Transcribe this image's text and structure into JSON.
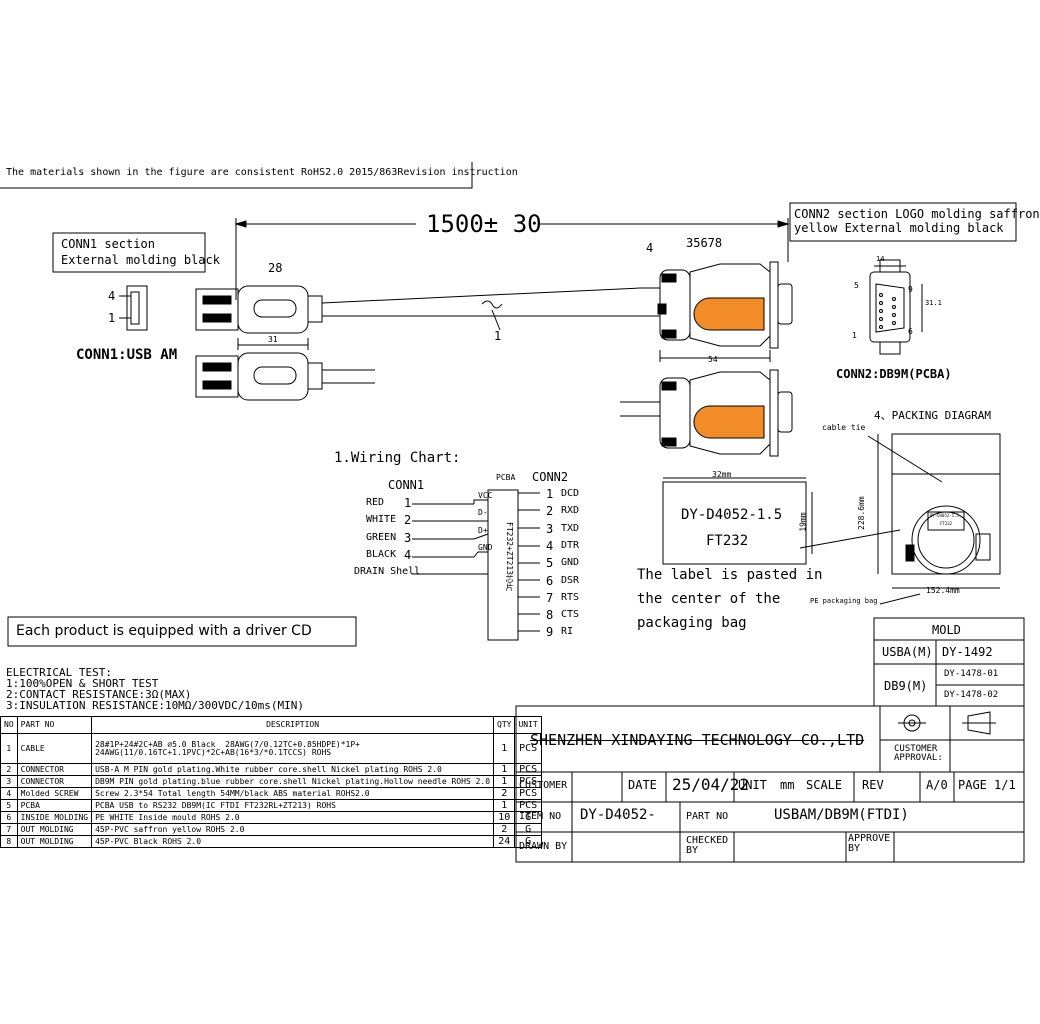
{
  "notes": {
    "rohs": "The materials shown in the figure are consistent RoHS2.0 2015/863Revision instruction",
    "conn1_section": [
      "CONN1 section",
      "External molding black"
    ],
    "conn2_section": [
      "CONN2 section LOGO molding saffron",
      "yellow External molding black"
    ],
    "driver": "Each product is equipped with a driver CD"
  },
  "cable": {
    "length": "1500± 30",
    "callout_1": "1",
    "callout_28": "28",
    "callout_4": "4",
    "callout_35678": "35678",
    "dim_31": "31",
    "dim_54": "54"
  },
  "conn1": {
    "label": "CONN1:USB AM",
    "pin4": "4",
    "pin1": "1"
  },
  "conn2": {
    "label": "CONN2:DB9M(PCBA)",
    "dim_14": "14",
    "dim_31": "31.1",
    "pin5": "5",
    "pin9": "9",
    "pin1": "1",
    "pin6": "6"
  },
  "wiring": {
    "title": "1.Wiring Chart:",
    "conn1": "CONN1",
    "conn2": "CONN2",
    "pcba": "PCBA",
    "chip": "FT232+ZT213芯片",
    "left": [
      {
        "name": "RED",
        "num": "1",
        "sig": "VCC"
      },
      {
        "name": "WHITE",
        "num": "2",
        "sig": "D-"
      },
      {
        "name": "GREEN",
        "num": "3",
        "sig": "D+"
      },
      {
        "name": "BLACK",
        "num": "4",
        "sig": "GND"
      }
    ],
    "drain": "DRAIN Shell",
    "right": [
      {
        "num": "1",
        "sig": "DCD"
      },
      {
        "num": "2",
        "sig": "RXD"
      },
      {
        "num": "3",
        "sig": "TXD"
      },
      {
        "num": "4",
        "sig": "DTR"
      },
      {
        "num": "5",
        "sig": "GND"
      },
      {
        "num": "6",
        "sig": "DSR"
      },
      {
        "num": "7",
        "sig": "RTS"
      },
      {
        "num": "8",
        "sig": "CTS"
      },
      {
        "num": "9",
        "sig": "RI"
      }
    ]
  },
  "label": {
    "width": "32mm",
    "height": "19mm",
    "line1": "DY-D4052-1.5",
    "line2": "FT232",
    "note": [
      "The label is pasted in",
      "the center of the",
      "packaging bag"
    ]
  },
  "packing": {
    "title": "4、PACKING DIAGRAM",
    "cable_tie": "cable tie",
    "height": "228.6mm",
    "width": "152.4mm",
    "bag": "PE packaging bag",
    "mini_label": [
      "DY-D4052-1.5",
      "FT232"
    ]
  },
  "mold": {
    "header": "MOLD",
    "rows": [
      {
        "k": "USBA(M)",
        "v": "DY-1492"
      },
      {
        "k": "DB9(M)",
        "v": "DY-1478-01"
      },
      {
        "k": "",
        "v": "DY-1478-02"
      }
    ]
  },
  "electrical": {
    "lines": [
      "ELECTRICAL TEST:",
      "1:100%OPEN & SHORT TEST",
      "2:CONTACT RESISTANCE:3Ω(MAX)",
      "3:INSULATION RESISTANCE:10MΩ/300VDC/10ms(MIN)"
    ]
  },
  "bom": {
    "headers": [
      "NO",
      "PART NO",
      "DESCRIPTION",
      "QTY",
      "UNIT"
    ],
    "rows": [
      {
        "no": "1",
        "part": "CABLE",
        "desc": "28#1P+24#2C+AB ⌀5.0 Black  28AWG(7/0.12TC+0.85HDPE)*1P+\n24AWG(11/0.16TC+1.1PVC)*2C+AB(16*3/*0.1TCCS) ROHS",
        "qty": "1",
        "unit": "PCS"
      },
      {
        "no": "2",
        "part": "CONNECTOR",
        "desc": "USB-A M PIN gold plating.White rubber core.shell Nickel plating ROHS 2.0",
        "qty": "1",
        "unit": "PCS"
      },
      {
        "no": "3",
        "part": "CONNECTOR",
        "desc": "DB9M PIN gold plating.blue rubber core.shell Nickel plating.Hollow needle ROHS 2.0",
        "qty": "1",
        "unit": "PCS"
      },
      {
        "no": "4",
        "part": "Molded SCREW",
        "desc": "Screw 2.3*54 Total length 54MM/black ABS material ROHS2.0",
        "qty": "2",
        "unit": "PCS"
      },
      {
        "no": "5",
        "part": "PCBA",
        "desc": "PCBA USB to RS232 DB9M(IC FTDI FT232RL+ZT213) ROHS",
        "qty": "1",
        "unit": "PCS"
      },
      {
        "no": "6",
        "part": "INSIDE MOLDING",
        "desc": "PE WHITE Inside mould ROHS 2.0",
        "qty": "10",
        "unit": "G"
      },
      {
        "no": "7",
        "part": "OUT MOLDING",
        "desc": "45P-PVC saffron yellow ROHS 2.0",
        "qty": "2",
        "unit": "G"
      },
      {
        "no": "8",
        "part": "OUT MOLDING",
        "desc": "45P-PVC Black ROHS 2.0",
        "qty": "24",
        "unit": "G"
      }
    ]
  },
  "titleblock": {
    "company": "SHENZHEN XINDAYING TECHNOLOGY CO.,LTD",
    "customer_approval": "CUSTOMER APPROVAL:",
    "customer": "CUSTOMER",
    "date_label": "DATE",
    "date": "25/04/22",
    "unit_label": "UNIT",
    "unit": "mm",
    "scale": "SCALE",
    "rev_label": "REV",
    "rev": "A/0",
    "page_label": "PAGE",
    "page": "1/1",
    "item_label": "ITEM NO",
    "item": "DY-D4052-",
    "part_label": "PART NO",
    "part": "USBAM/DB9M(FTDI)",
    "drawn": "DRAWN BY",
    "checked": "CHECKED BY",
    "approve": "APPROVE BY"
  },
  "colors": {
    "accent": "#F28C28",
    "ink": "#000000"
  }
}
